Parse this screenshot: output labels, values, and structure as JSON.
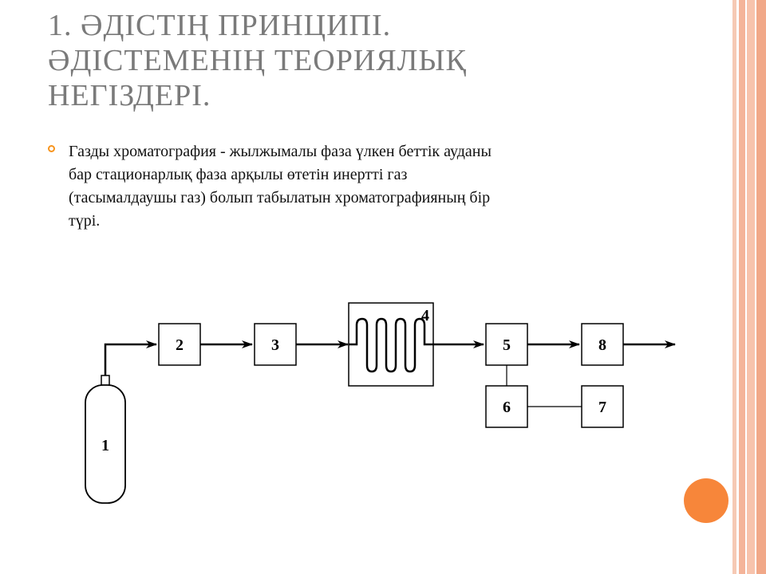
{
  "slide": {
    "title_lines": [
      "1. ӘДІСТІҢ ПРИНЦИПІ.",
      "ӘДІСТЕМЕНІҢ ТЕОРИЯЛЫҚ",
      "НЕГІЗДЕРІ."
    ],
    "bullet_lines": [
      "Газды хроматография - жылжымалы фаза үлкен беттік ауданы",
      "бар стационарлық фаза арқылы өтетін инертті газ",
      "(тасымалдаушы газ) болып табылатын хроматографияның бір",
      "түрі."
    ]
  },
  "diagram": {
    "labels": {
      "cylinder": "1",
      "box2": "2",
      "box3": "3",
      "column": "4",
      "box5": "5",
      "box6": "6",
      "box7": "7",
      "box8": "8"
    }
  },
  "colors": {
    "title": "#7a7a7a",
    "bullet": "#f7941d",
    "stripe_light": "#f9d5c4",
    "stripe_dark": "#f0a98a",
    "circle": "#f7863a"
  },
  "icons": [
    "orange-circle-icon"
  ]
}
